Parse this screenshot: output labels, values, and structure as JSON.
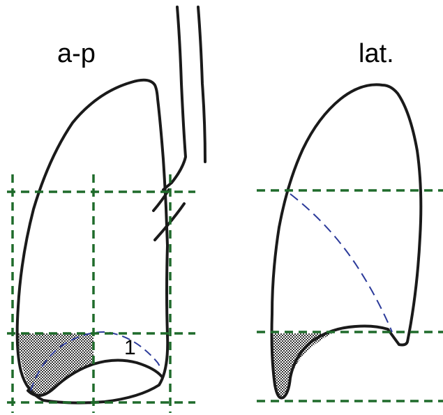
{
  "views": {
    "ap": {
      "label": "a-p"
    },
    "lat": {
      "label": "lat."
    }
  },
  "region_number": "1",
  "colors": {
    "outline": "#1a1a1a",
    "grid_lines": "#1f6b2b",
    "fissure": "#2b3a9a",
    "shading_dark": "#333333",
    "shading_light": "#ffffff"
  }
}
